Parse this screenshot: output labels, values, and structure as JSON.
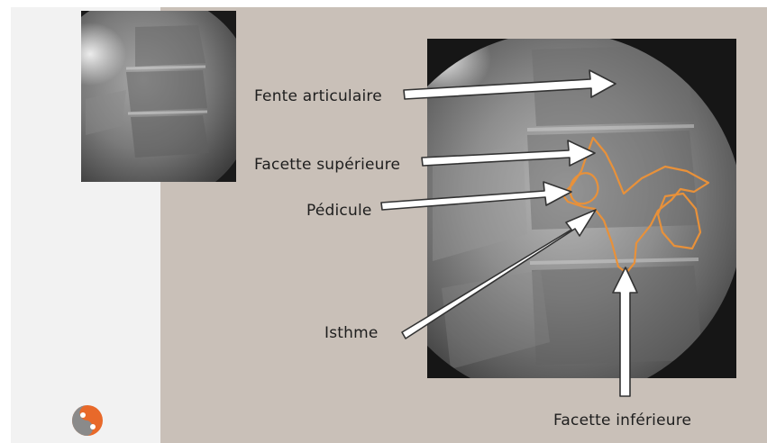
{
  "labels": {
    "fente_articulaire": "Fente articulaire",
    "facette_superieure": "Facette supérieure",
    "pedicule": "Pédicule",
    "isthme": "Isthme",
    "facette_inferieure": "Facette inférieure"
  },
  "colors": {
    "slide_background": "#c9c0b8",
    "left_strip": "#f2f2f2",
    "outline": "#e8913a",
    "arrow_fill": "#ffffff",
    "arrow_stroke": "#333333",
    "logo_orange": "#e8692a"
  },
  "icons": {
    "logo": "orange-grey-circle-logo"
  }
}
